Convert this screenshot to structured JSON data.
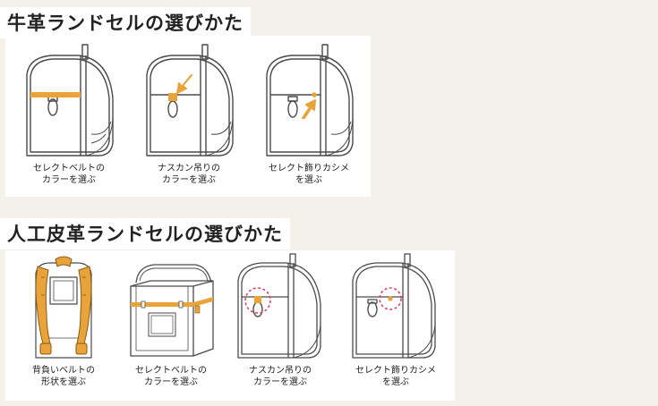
{
  "sections": [
    {
      "title": "牛革ランドセルの選びかた",
      "items": [
        {
          "icon": "randoseru-side-belt-icon",
          "line1": "セレクトベルトの",
          "line2": "カラーを選ぶ"
        },
        {
          "icon": "randoseru-side-nasukan-icon",
          "line1": "ナスカン吊りの",
          "line2": "カラーを選ぶ"
        },
        {
          "icon": "randoseru-side-kashime-icon",
          "line1": "セレクト飾りカシメ",
          "line2": "を選ぶ"
        }
      ]
    },
    {
      "title": "人工皮革ランドセルの選びかた",
      "items": [
        {
          "icon": "randoseru-back-straps-icon",
          "line1": "背負いベルトの",
          "line2": "形状を選ぶ"
        },
        {
          "icon": "randoseru-open-belt-icon",
          "line1": "セレクトベルトの",
          "line2": "カラーを選ぶ"
        },
        {
          "icon": "randoseru-side-nasukan-circle-icon",
          "line1": "ナスカン吊りの",
          "line2": "カラーを選ぶ"
        },
        {
          "icon": "randoseru-side-kashime-circle-icon",
          "line1": "セレクト飾りカシメ",
          "line2": "を選ぶ"
        }
      ]
    }
  ],
  "colors": {
    "background": "#f4f1ea",
    "panel": "#ffffff",
    "accent_orange": "#e8a33a",
    "highlight_circle": "#d9476a",
    "line": "#4a4a4a",
    "text": "#222222"
  }
}
